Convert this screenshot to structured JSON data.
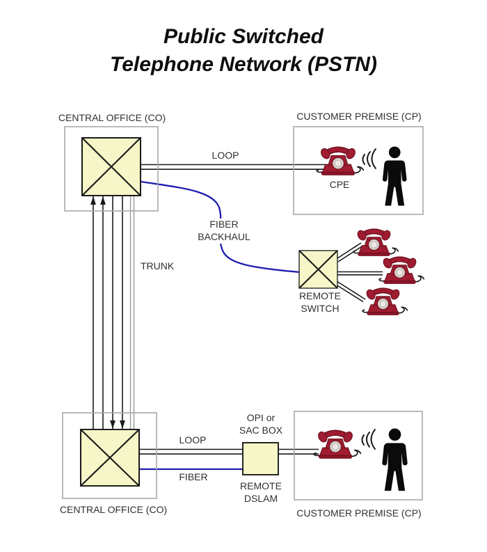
{
  "title": {
    "line1": "Public Switched",
    "line2": "Telephone Network (PSTN)"
  },
  "top": {
    "central_office_label": "CENTRAL OFFICE (CO)",
    "customer_premise_label": "CUSTOMER PREMISE (CP)",
    "loop_label": "LOOP",
    "cpe_label": "CPE"
  },
  "middle": {
    "fiber_backhaul_line1": "FIBER",
    "fiber_backhaul_line2": "BACKHAUL",
    "trunk_label": "TRUNK",
    "remote_switch_line1": "REMOTE",
    "remote_switch_line2": "SWITCH"
  },
  "bottom": {
    "opi_sac_line1": "OPI or",
    "opi_sac_line2": "SAC BOX",
    "loop_label": "LOOP",
    "fiber_label": "FIBER",
    "remote_dslam_line1": "REMOTE",
    "remote_dslam_line2": "DSLAM",
    "central_office_label": "CENTRAL OFFICE (CO)",
    "customer_premise_label": "CUSTOMER PREMISE (CP)"
  },
  "icons": {
    "switch": "crossed-square-switch-icon",
    "phone": "rotary-phone-icon",
    "person": "person-silhouette-icon",
    "waves": "sound-waves-icon",
    "trunk_arrows": "arrow-icons"
  },
  "colors": {
    "switch-fill": "#f6f6c8",
    "fiber-blue": "#1f1fb0",
    "phone-red": "#a01c30",
    "phone-dark": "#69101f",
    "gray-border": "#a9a9a9",
    "line-black": "#1a1a1a",
    "text": "#303030"
  }
}
